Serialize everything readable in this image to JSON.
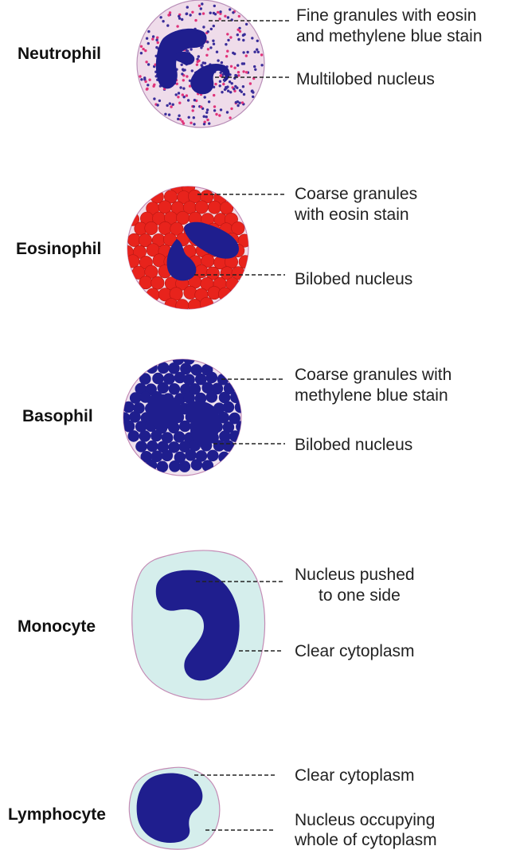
{
  "colors": {
    "nucleus": "#1f1e8e",
    "neutrophil_cytoplasm": "#efdcea",
    "neutrophil_outline": "#b98fb8",
    "eosinophil_cytoplasm": "#f3dde8",
    "eosin_granule": "#e8231c",
    "basophil_cytoplasm": "#efe2ee",
    "basophil_granule": "#1f1e8e",
    "clear_cytoplasm": "#d5eeec",
    "outline": "#c48bb5",
    "fine_granule_blue": "#3a2d9a",
    "fine_granule_pink": "#e0337a"
  },
  "cells": [
    {
      "name": "Neutrophil",
      "labels": [
        {
          "lines": [
            "Fine granules with eosin",
            "and methylene blue stain"
          ]
        },
        {
          "lines": [
            "Multilobed nucleus"
          ]
        }
      ]
    },
    {
      "name": "Eosinophil",
      "labels": [
        {
          "lines": [
            "Coarse granules",
            "with eosin stain"
          ]
        },
        {
          "lines": [
            "Bilobed nucleus"
          ]
        }
      ]
    },
    {
      "name": "Basophil",
      "labels": [
        {
          "lines": [
            "Coarse granules with",
            "methylene blue stain"
          ]
        },
        {
          "lines": [
            "Bilobed nucleus"
          ]
        }
      ]
    },
    {
      "name": "Monocyte",
      "labels": [
        {
          "lines": [
            "Nucleus pushed",
            "to one side"
          ]
        },
        {
          "lines": [
            "Clear cytoplasm"
          ]
        }
      ]
    },
    {
      "name": "Lymphocyte",
      "labels": [
        {
          "lines": [
            "Clear cytoplasm"
          ]
        },
        {
          "lines": [
            "Nucleus occupying",
            "whole of cytoplasm"
          ]
        }
      ]
    }
  ]
}
